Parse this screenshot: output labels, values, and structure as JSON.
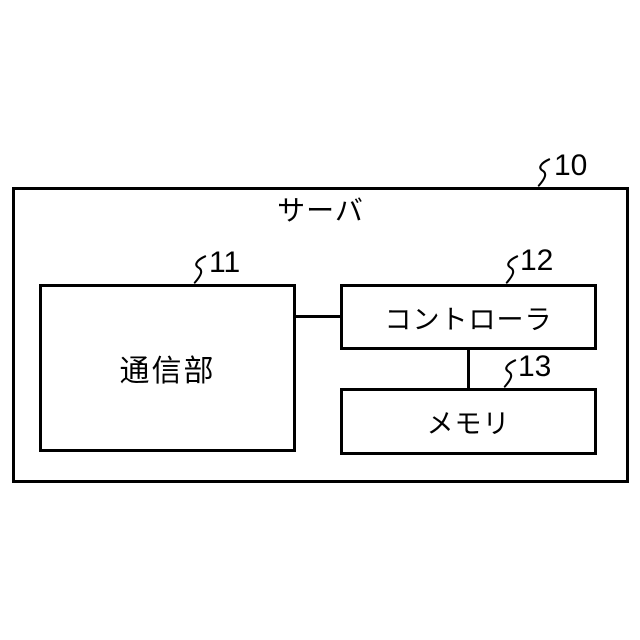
{
  "diagram": {
    "type": "block-diagram",
    "background_color": "#ffffff",
    "line_color": "#000000",
    "server": {
      "label": "サーバ",
      "ref": "10"
    },
    "blocks": [
      {
        "name": "communication-unit",
        "label": "通信部",
        "ref": "11"
      },
      {
        "name": "controller",
        "label": "コントローラ",
        "ref": "12"
      },
      {
        "name": "memory",
        "label": "メモリ",
        "ref": "13"
      }
    ],
    "connections": [
      {
        "from": "通信部",
        "to": "コントローラ",
        "orientation": "horizontal"
      },
      {
        "from": "コントローラ",
        "to": "メモリ",
        "orientation": "vertical"
      }
    ]
  }
}
